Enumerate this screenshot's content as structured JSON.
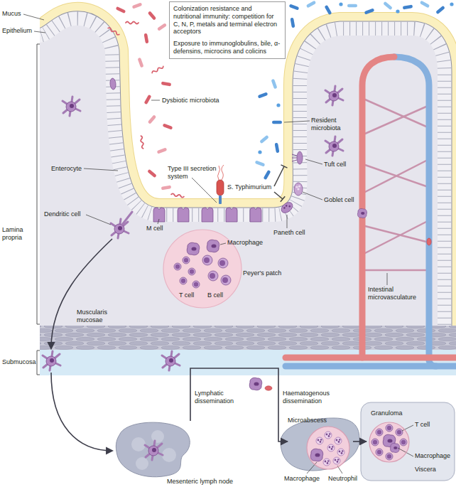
{
  "diagram": {
    "nodes": [
      {
        "text": [
          "Colonization resistance and nutritional immunity: competition for C, N, P, metals and terminal electron acceptors",
          "Exposure to immunoglobulins, bile, α-defensins, microcins and colicins"
        ]
      },
      {
        "text": [
          "Peyer's patch"
        ]
      },
      {
        "text": [
          "Mesenteric lymph node"
        ]
      },
      {
        "text": [
          "Microabscess"
        ]
      },
      {
        "text": [
          "Granuloma"
        ]
      }
    ],
    "edges": [
      {
        "from": 2,
        "to": 3,
        "arrow": "to"
      },
      {
        "from": 3,
        "to": 4,
        "arrow": "to"
      }
    ],
    "labels": [
      "Mucus",
      "Epithelium",
      "Dysbiotic microbiota",
      "Resident microbiota",
      "Tuft cell",
      "Type III secretion system",
      "Enterocyte",
      "Goblet cell",
      "S. Typhimurium",
      "Dendritic cell",
      "M cell",
      "Lamina propria",
      "Paneth cell",
      "Macrophage",
      "T cell",
      "B cell",
      "Intestinal microvasculature",
      "Muscularis mucosae",
      "Submucosa",
      "Lymphatic dissemination",
      "Haematogenous dissemination",
      "T cell",
      "Macrophage",
      "Viscera",
      "Macrophage",
      "Neutrophil"
    ]
  }
}
